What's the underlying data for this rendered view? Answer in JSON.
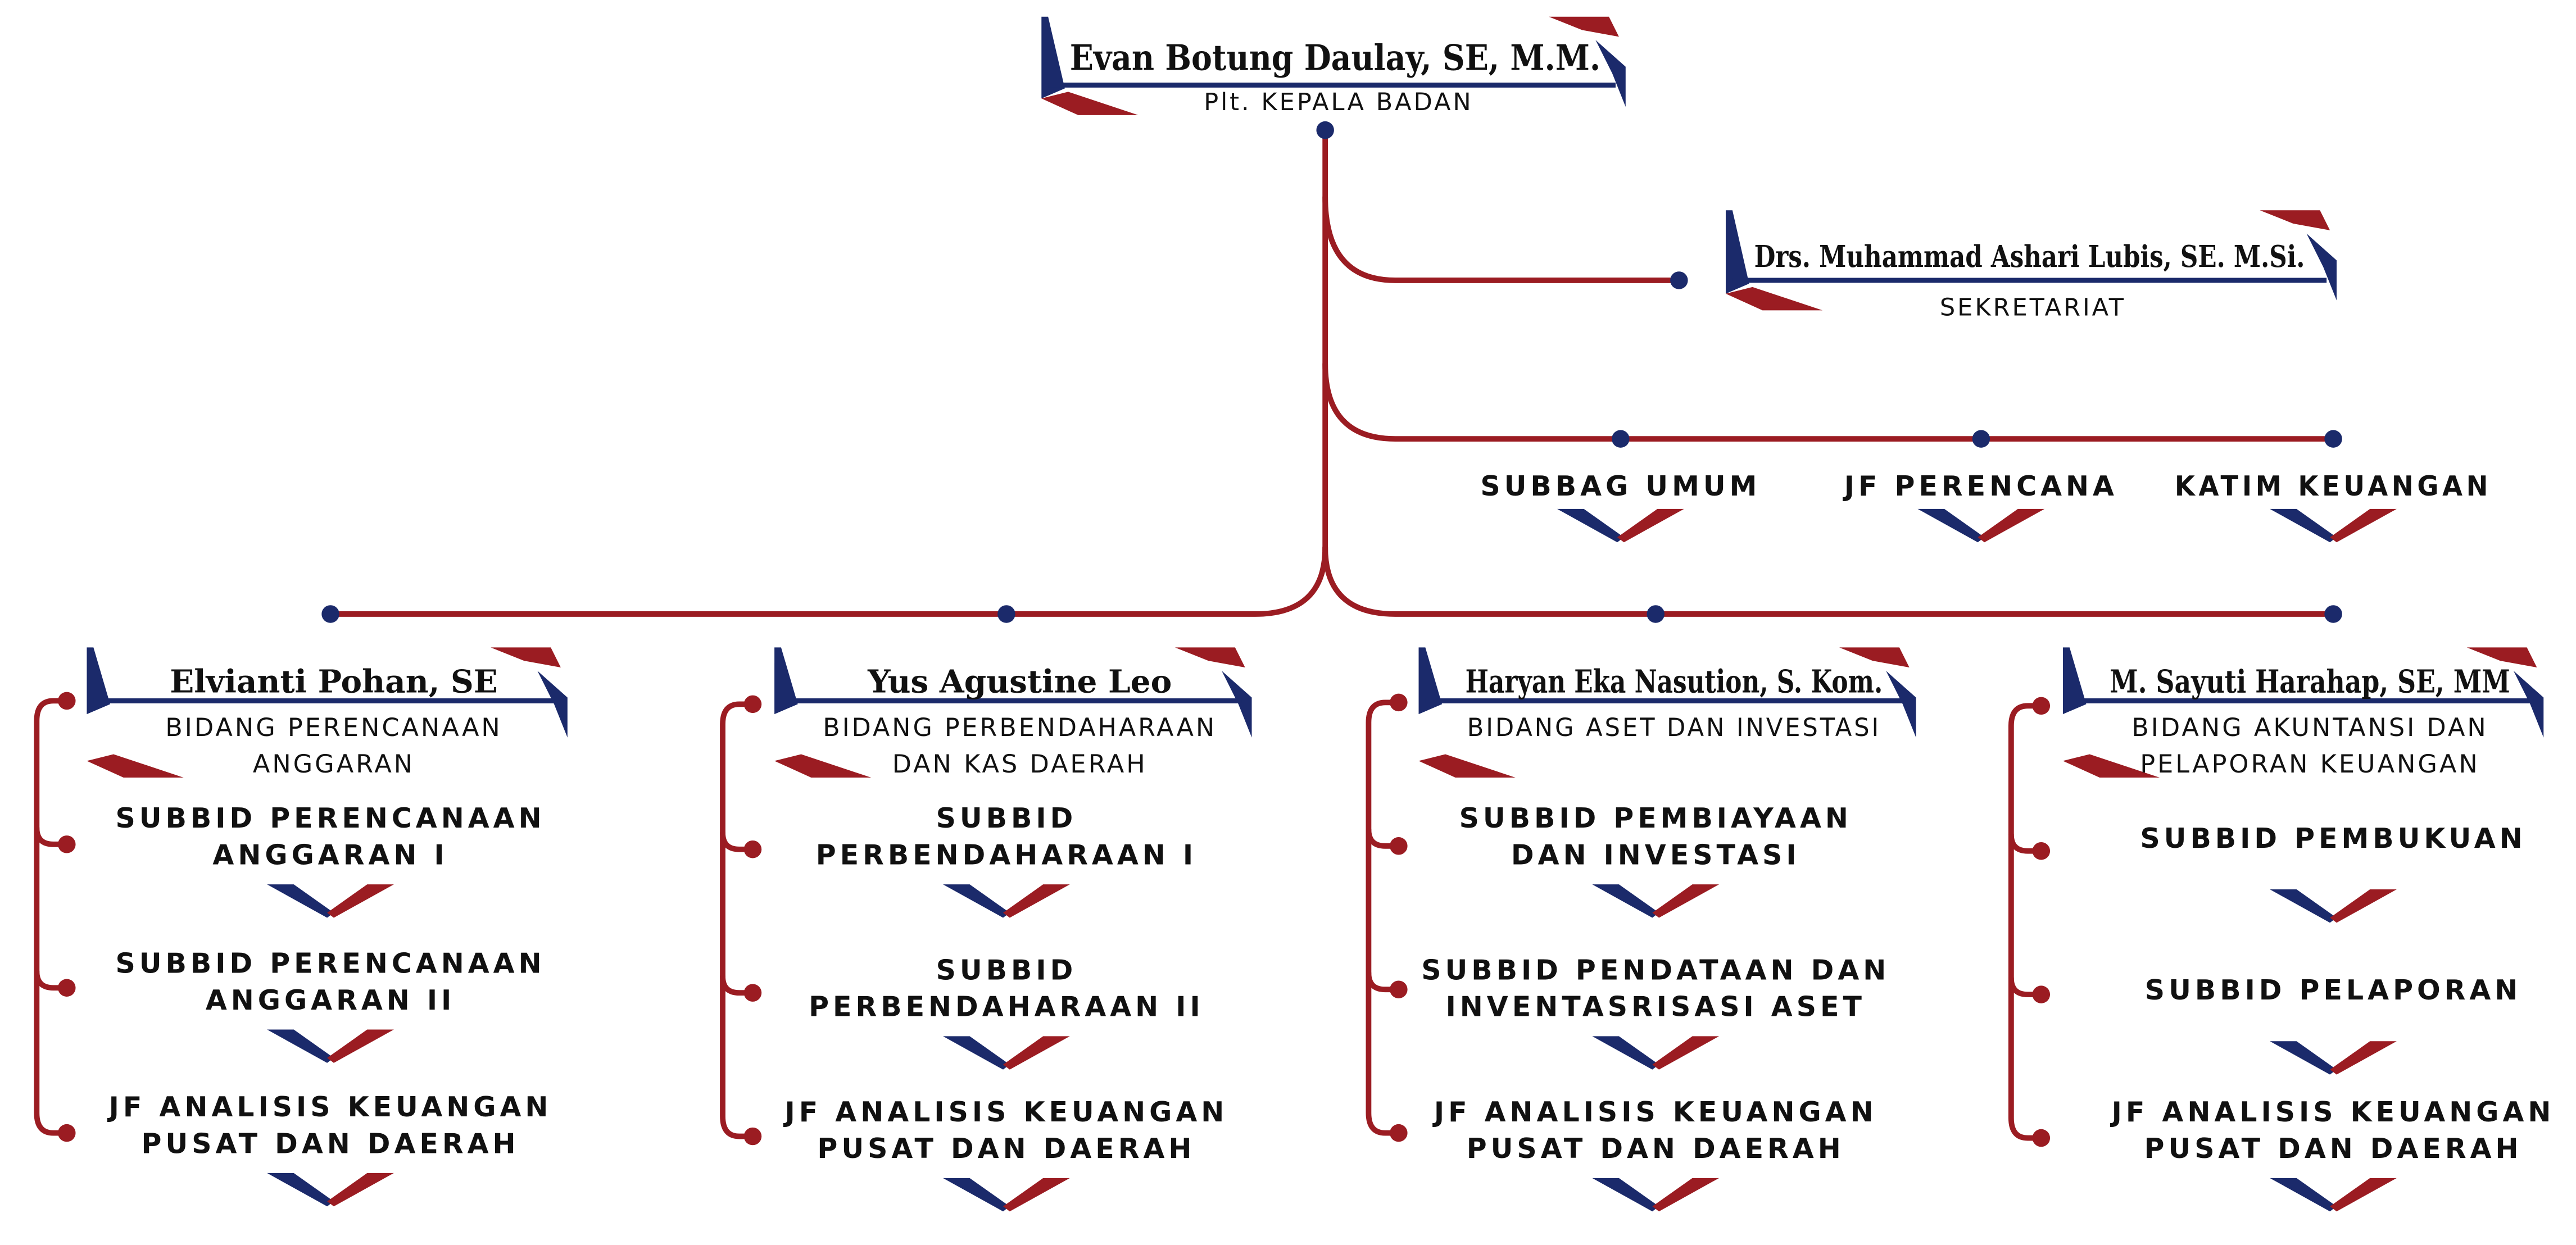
{
  "colors": {
    "navy": "#1b2a6b",
    "red": "#9b1c22",
    "text": "#111111",
    "background": "#ffffff"
  },
  "head": {
    "name": "Evan Botung Daulay, SE, M.M.",
    "role": "Plt. KEPALA BADAN"
  },
  "secretariat": {
    "name": "Drs. Muhammad Ashari Lubis, SE. M.Si.",
    "role": "SEKRETARIAT"
  },
  "staff_units": [
    "SUBBAG UMUM",
    "JF PERENCANA",
    "KATIM KEUANGAN"
  ],
  "divisions": [
    {
      "name": "Elvianti Pohan, SE",
      "role_lines": [
        "BIDANG PERENCANAAN",
        "ANGGARAN"
      ],
      "subunits": [
        [
          "SUBBID PERENCANAAN",
          "ANGGARAN I"
        ],
        [
          "SUBBID PERENCANAAN",
          "ANGGARAN II"
        ],
        [
          "JF ANALISIS KEUANGAN",
          "PUSAT DAN DAERAH"
        ]
      ]
    },
    {
      "name": "Yus Agustine Leo",
      "role_lines": [
        "BIDANG PERBENDAHARAAN",
        "DAN KAS DAERAH"
      ],
      "subunits": [
        [
          "SUBBID",
          "PERBENDAHARAAN I"
        ],
        [
          "SUBBID",
          "PERBENDAHARAAN II"
        ],
        [
          "JF ANALISIS KEUANGAN",
          "PUSAT DAN DAERAH"
        ]
      ]
    },
    {
      "name": "Haryan Eka Nasution, S. Kom.",
      "role_lines": [
        "BIDANG ASET DAN INVESTASI"
      ],
      "subunits": [
        [
          "SUBBID PEMBIAYAAN",
          "DAN INVESTASI"
        ],
        [
          "SUBBID PENDATAAN DAN",
          "INVENTASRISASI ASET"
        ],
        [
          "JF ANALISIS KEUANGAN",
          "PUSAT DAN DAERAH"
        ]
      ]
    },
    {
      "name": "M. Sayuti Harahap, SE, MM",
      "role_lines": [
        "BIDANG AKUNTANSI DAN",
        "PELAPORAN KEUANGAN"
      ],
      "subunits": [
        [
          "SUBBID PEMBUKUAN"
        ],
        [
          "SUBBID PELAPORAN"
        ],
        [
          "JF ANALISIS KEUANGAN",
          "PUSAT DAN DAERAH"
        ]
      ]
    }
  ]
}
